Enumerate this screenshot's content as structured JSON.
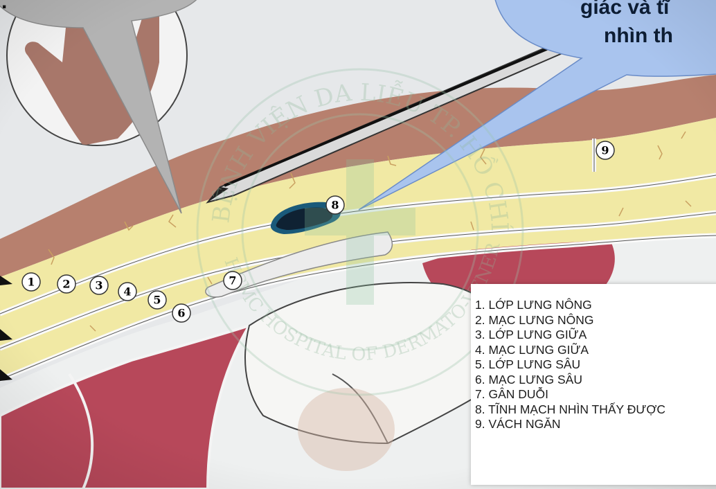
{
  "callout": {
    "line1": "giác và tĩ",
    "line2": "nhìn th"
  },
  "top_left_fragment": ".",
  "watermark": {
    "top_text": "BỆNH VIỆN DA LIỄU TP. HỒ CHÍ MINH",
    "bottom_text": "HCMC HOSPITAL OF DERMATO-VENEREOLOGY"
  },
  "markers": [
    "1",
    "2",
    "3",
    "4",
    "5",
    "6",
    "7",
    "8",
    "9"
  ],
  "legend": {
    "items": [
      "1. LỚP LƯNG NÔNG",
      "2. MẠC LƯNG NÔNG",
      "3. LỚP LƯNG GIỮA",
      "4. MẠC LƯNG GIỮA",
      "5. LỚP LƯNG SÂU",
      "6. MẠC LƯNG SÂU",
      "7. GÂN DUỖI",
      "8. TĨNH MẠCH NHÌN THẤY ĐƯỢC",
      "9. VÁCH NGĂN"
    ]
  },
  "colors": {
    "background": "#e4e7e9",
    "skin": "#b98270",
    "fat": "#f2eaa6",
    "muscle": "#b94a5c",
    "fascia": "#f4f6f4",
    "callout_left": "#b3b3b3",
    "callout_right": "#a8c4ef",
    "vein": "#1b3c5a"
  }
}
